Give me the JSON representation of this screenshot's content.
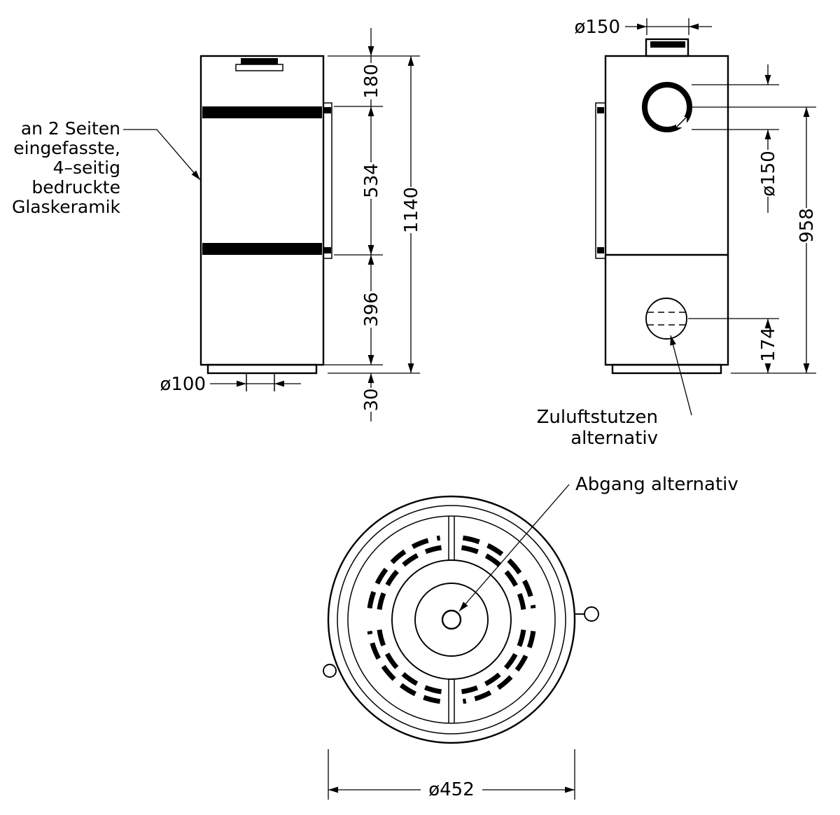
{
  "front": {
    "note_line1": "an 2 Seiten",
    "note_line2": "eingefasste,",
    "note_line3": "4–seitig",
    "note_line4": "bedruckte",
    "note_line5": "Glaskeramik",
    "dim_top": "180",
    "dim_glass": "534",
    "dim_lower": "396",
    "dim_base": "30",
    "dim_total": "1140",
    "dim_floor_inlet": "ø100"
  },
  "side": {
    "dim_collar": "ø150",
    "dim_flue": "ø150",
    "dim_flue_height": "958",
    "dim_inlet_height": "174",
    "label_inlet_line1": "Zuluftstutzen",
    "label_inlet_line2": "alternativ"
  },
  "top": {
    "label_outlet": "Abgang alternativ",
    "dim_diameter": "ø452"
  }
}
